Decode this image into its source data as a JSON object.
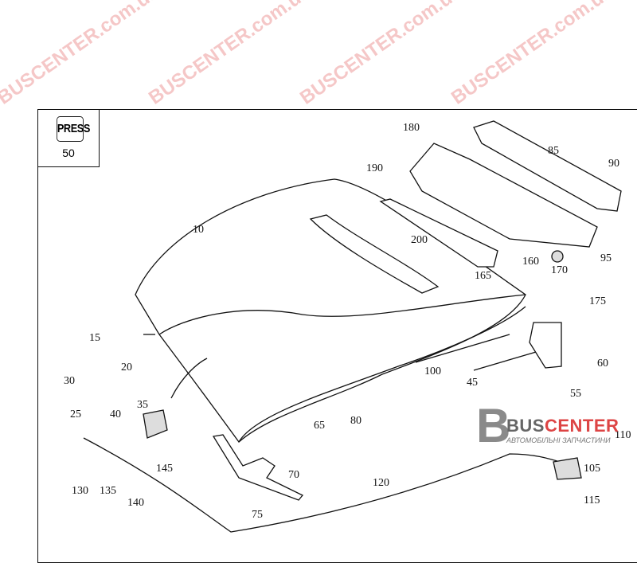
{
  "press_box": {
    "badge": "PRESS",
    "number": "50"
  },
  "callouts": [
    "10",
    "15",
    "20",
    "25",
    "30",
    "35",
    "40",
    "45",
    "55",
    "60",
    "65",
    "70",
    "75",
    "80",
    "85",
    "90",
    "95",
    "100",
    "105",
    "110",
    "115",
    "120",
    "130",
    "135",
    "140",
    "145",
    "160",
    "165",
    "170",
    "175",
    "180",
    "190",
    "200"
  ],
  "watermark": "BUSCENTER.com.ua",
  "logo": {
    "letter": "B",
    "name_part1": "BUS",
    "name_part2": "CENTER",
    "subtitle": "АВТОМОБІЛЬНІ ЗАПЧАСТИНИ"
  },
  "colors": {
    "watermark": "#e05050",
    "logo_red": "#d44444",
    "logo_gray": "#666666"
  }
}
